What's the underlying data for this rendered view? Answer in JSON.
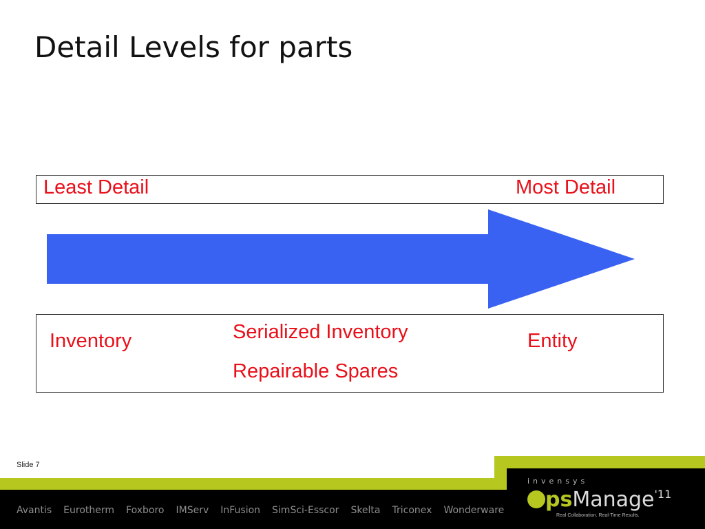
{
  "slide": {
    "title": "Detail Levels for parts",
    "scale": {
      "least_label": "Least Detail",
      "most_label": "Most Detail"
    },
    "levels": {
      "inventory": "Inventory",
      "serialized_inventory": "Serialized Inventory",
      "repairable_spares": "Repairable Spares",
      "entity": "Entity"
    },
    "slide_number": "Slide 7"
  },
  "footer": {
    "brands": [
      "Avantis",
      "Eurotherm",
      "Foxboro",
      "IMServ",
      "InFusion",
      "SimSci-Esscor",
      "Skelta",
      "Triconex",
      "Wonderware"
    ],
    "invensys_label": "invensys",
    "logo": {
      "ps": "ps",
      "manage": "Manage",
      "year": "'11"
    },
    "tagline": "Real Collaboration. Real-Time Results."
  },
  "colors": {
    "arrow": "#3a62f2",
    "label_red": "#e8101a",
    "accent_green": "#b6c81f",
    "footer_dark": "#000000"
  },
  "icons": {
    "arrow": "right-arrow-icon",
    "logo_mark": "ops-o-logo-icon"
  }
}
